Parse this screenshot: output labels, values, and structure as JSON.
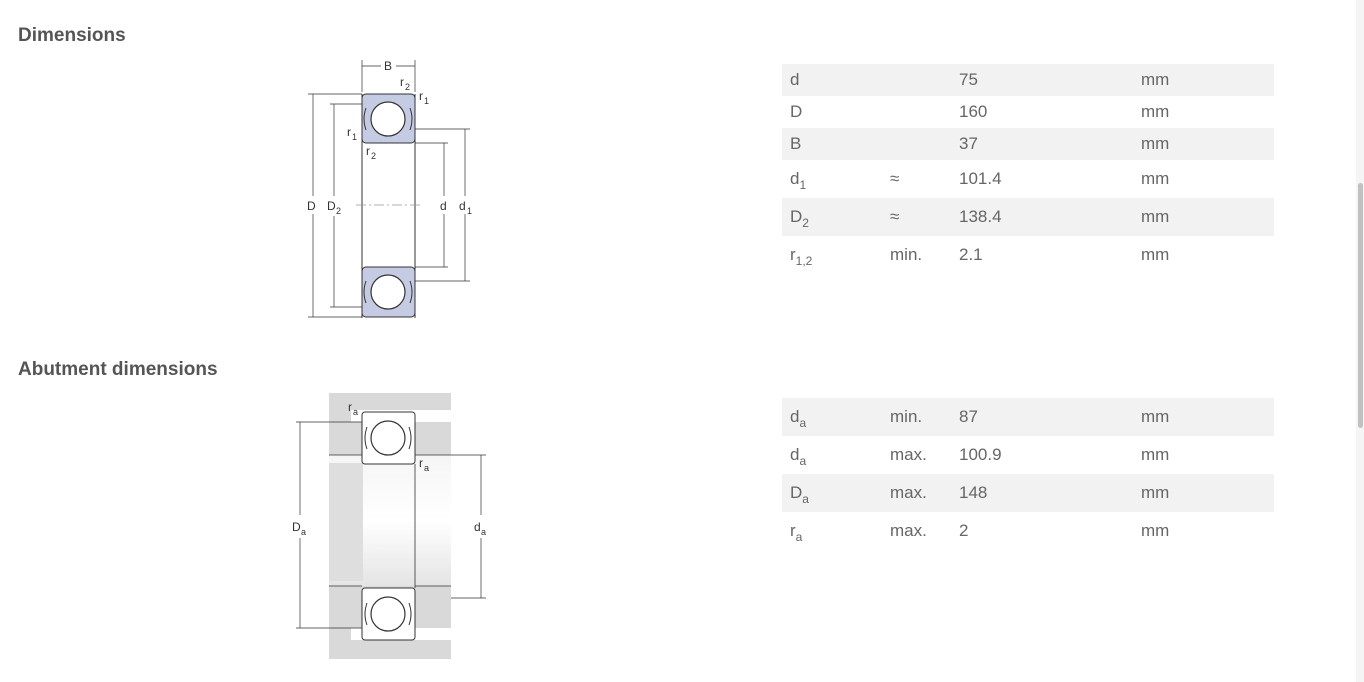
{
  "dimensions": {
    "title": "Dimensions",
    "rows": [
      {
        "symbol": "d",
        "sub": "",
        "qualifier": "",
        "value": "75",
        "unit": "mm"
      },
      {
        "symbol": "D",
        "sub": "",
        "qualifier": "",
        "value": "160",
        "unit": "mm"
      },
      {
        "symbol": "B",
        "sub": "",
        "qualifier": "",
        "value": "37",
        "unit": "mm"
      },
      {
        "symbol": "d",
        "sub": "1",
        "qualifier": "≈",
        "value": "101.4",
        "unit": "mm"
      },
      {
        "symbol": "D",
        "sub": "2",
        "qualifier": "≈",
        "value": "138.4",
        "unit": "mm"
      },
      {
        "symbol": "r",
        "sub": "1,2",
        "qualifier": "min.",
        "value": "2.1",
        "unit": "mm"
      }
    ],
    "diagram_labels": {
      "B": "B",
      "r": "r",
      "s1": "1",
      "s2": "2",
      "D": "D",
      "d": "d"
    }
  },
  "abutment": {
    "title": "Abutment dimensions",
    "rows": [
      {
        "symbol": "d",
        "sub": "a",
        "qualifier": "min.",
        "value": "87",
        "unit": "mm"
      },
      {
        "symbol": "d",
        "sub": "a",
        "qualifier": "max.",
        "value": "100.9",
        "unit": "mm"
      },
      {
        "symbol": "D",
        "sub": "a",
        "qualifier": "max.",
        "value": "148",
        "unit": "mm"
      },
      {
        "symbol": "r",
        "sub": "a",
        "qualifier": "max.",
        "value": "2",
        "unit": "mm"
      }
    ],
    "diagram_labels": {
      "r": "r",
      "a": "a",
      "D": "D",
      "d": "d"
    }
  },
  "colors": {
    "row_shade": "#f2f2f2",
    "ring_fill": "#c5cbe3",
    "housing_fill": "#d9d9d9",
    "text": "#555555"
  }
}
